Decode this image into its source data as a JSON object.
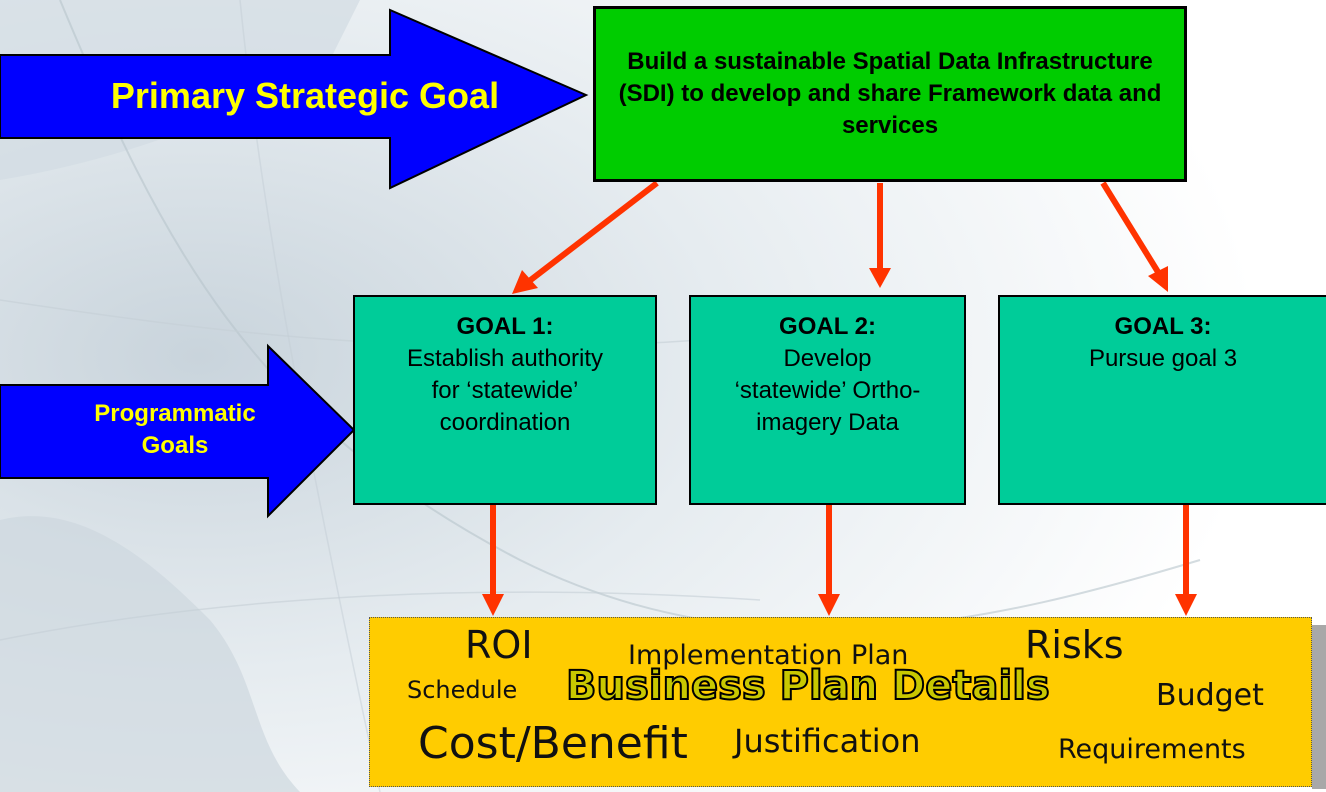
{
  "primary": {
    "label": "Primary Strategic Goal",
    "box_text": "Build a sustainable Spatial Data Infrastructure (SDI) to develop and share Framework data and services"
  },
  "programmatic": {
    "label_line1": "Programmatic",
    "label_line2": "Goals"
  },
  "goals": [
    {
      "title": "GOAL 1:",
      "lines": [
        "Establish authority",
        "for ‘statewide’",
        "coordination"
      ]
    },
    {
      "title": "GOAL 2:",
      "lines": [
        "Develop",
        "‘statewide’ Ortho-",
        "imagery Data"
      ]
    },
    {
      "title": "GOAL 3:",
      "lines": [
        "Pursue goal 3"
      ]
    }
  ],
  "business_plan": {
    "title": "Business Plan Details",
    "roi": "ROI",
    "implementation": "Implementation Plan",
    "risks": "Risks",
    "schedule": "Schedule",
    "budget": "Budget",
    "cost_benefit": "Cost/Benefit",
    "justification": "Justification",
    "requirements": "Requirements"
  },
  "colors": {
    "blue_arrow": "#0000ff",
    "label_yellow": "#ffff00",
    "strategic_green": "#00cc00",
    "goal_teal": "#00cc99",
    "plan_gold": "#ffcc00",
    "connector_red": "#ff3300"
  }
}
